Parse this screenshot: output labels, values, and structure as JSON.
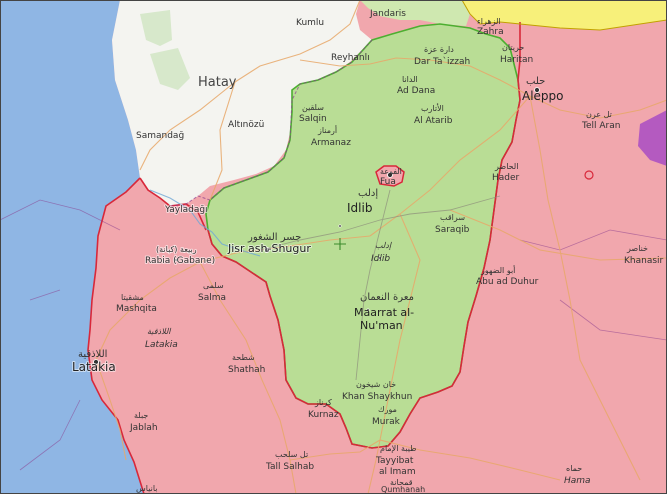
{
  "map": {
    "colors": {
      "sea": "#8fb6e4",
      "turkey_land": "#f4f4f0",
      "rebel_zone": "#b9dd95",
      "rebel_border": "#4caf30",
      "government_zone": "#f1a7ad",
      "government_border": "#d8283a",
      "kurdish_zone": "#f7f07a",
      "other_zone": "#b45ac0",
      "road": "#e8a86a",
      "border_line": "#8b3e8e"
    },
    "labels": {
      "hatay": "Hatay",
      "kumlu": "Kumlu",
      "reyhanli": "Reyhanlı",
      "samandag": "Samandağ",
      "altinozu": "Altınözü",
      "yayladagi": "Yayladağı",
      "jandaris": "Jandaris",
      "zahra_ar": "الزهراء",
      "zahra": "Zahra",
      "dar_taizzah_ar": "دارة عزة",
      "dar_taizzah": "Dar Ta`izzah",
      "haritan_ar": "حريتان",
      "haritan": "Haritan",
      "aleppo_ar": "حلب",
      "aleppo": "Aleppo",
      "addana_ar": "الدانا",
      "addana": "Ad Dana",
      "salqin_ar": "سلقين",
      "salqin": "Salqin",
      "atarib_ar": "الأتارب",
      "atarib": "Al Atarib",
      "tellaran_ar": "تل عرن",
      "tellaran": "Tell Aran",
      "armanaz_ar": "أرمناز",
      "armanaz": "Armanaz",
      "fua_ar": "الفوعة",
      "fua": "Fua",
      "hader_ar": "الحاضر",
      "hader": "Hader",
      "idlib_ar": "إدلب",
      "idlib": "Idlib",
      "saraqib_ar": "سراقب",
      "saraqib": "Saraqib",
      "jisr_ar": "جسر الشغور",
      "jisr": "Jisr ash-Shugur",
      "idlib_gov_ar": "إدلب",
      "idlib_gov": "Idlib",
      "khanasir_ar": "خناصر",
      "khanasir": "Khanasir",
      "abu_duhur_ar": "أبو الضهور",
      "abu_duhur": "Abu ad Duhur",
      "rabia_ar": "ربيعة (كبانة)",
      "rabia": "Rabia (Gabane)",
      "salma_ar": "سلمى",
      "salma": "Salma",
      "mashqita_ar": "مشقيتا",
      "mashqita": "Mashqita",
      "maarrat_ar": "معرة النعمان",
      "maarrat_1": "Maarrat al-",
      "maarrat_2": "Nu'man",
      "latakia_gov_ar": "اللاذقية",
      "latakia_gov": "Latakia",
      "latakia_ar": "اللاذقية",
      "latakia": "Latakia",
      "shathah_ar": "شطحة",
      "shathah": "Shathah",
      "khan_shaykhun_ar": "خان شيخون",
      "khan_shaykhun": "Khan Shaykhun",
      "jableh_ar": "جبلة",
      "jableh": "Jablah",
      "kurnaz_ar": "كرناز",
      "kurnaz": "Kurnaz",
      "murak_ar": "مورك",
      "murak": "Murak",
      "tayyibat_ar": "طيبة الإمام",
      "tayyibat_1": "Tayyibat",
      "tayyibat_2": "al Imam",
      "tellsalhab_ar": "تل سلحب",
      "tellsalhab": "Tall Salhab",
      "qumhanah_ar": "قمحانة",
      "qumhanah": "Qumhanah",
      "hama_ar": "حماه",
      "hama": "Hama",
      "baniyas_ar": "بانياس"
    }
  }
}
